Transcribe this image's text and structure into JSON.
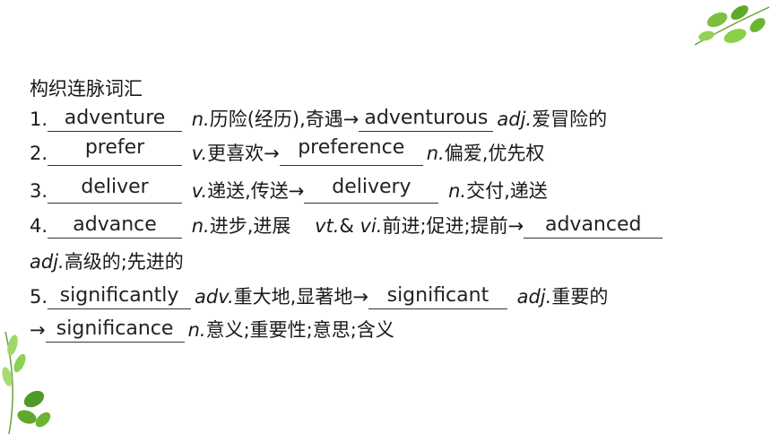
{
  "heading": "构织连脉词汇",
  "rows": [
    {
      "num": "1.",
      "answer1": "adventure",
      "pos1": "n.",
      "meaning1": "历险(经历),奇遇→",
      "answer2": "adventurous",
      "pos2": "adj.",
      "meaning2": "爱冒险的"
    },
    {
      "num": "2.",
      "answer1": "prefer",
      "pos1": "v.",
      "meaning1": "更喜欢→",
      "answer2": "preference",
      "pos2": "n.",
      "meaning2": "偏爱,优先权"
    },
    {
      "num": "3.",
      "answer1": "deliver",
      "pos1": "v.",
      "meaning1": "递送,传送→",
      "answer2": "delivery",
      "pos2": "n.",
      "meaning2": "交付,递送"
    },
    {
      "num": "4.",
      "answer1": "advance",
      "pos1": "n.",
      "meaning1": "进步,进展",
      "pos_vt": "vt.",
      "amp": "&",
      "pos_vi": "vi.",
      "meaning_v": "前进;促进;提前→",
      "answer2": "advanced",
      "pos2": "adj.",
      "meaning2": "高级的;先进的"
    },
    {
      "num": "5.",
      "answer1": "significantly",
      "pos1": "adv.",
      "meaning1": "重大地,显著地→",
      "answer2": "significant",
      "pos2": "adj.",
      "meaning2": "重要的",
      "arrow": "→",
      "answer3": "significance",
      "pos3": "n.",
      "meaning3": "意义;重要性;意思;含义"
    }
  ],
  "decorations": [
    "leaf-sprig-icon",
    "leaf-sprig-icon"
  ]
}
